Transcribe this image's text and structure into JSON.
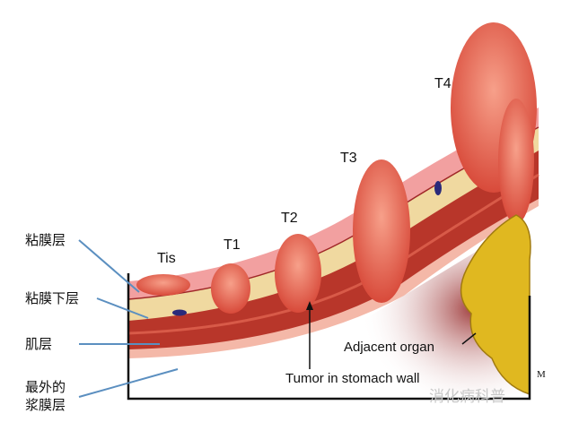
{
  "stages": {
    "tis": "Tis",
    "t1": "T1",
    "t2": "T2",
    "t3": "T3",
    "t4": "T4"
  },
  "layers": {
    "mucosa": "粘膜层",
    "submucosa": "粘膜下层",
    "muscle": "肌层",
    "serosa_line1": "最外的",
    "serosa_line2": "浆膜层"
  },
  "annotations": {
    "adjacent_organ": "Adjacent organ",
    "tumor": "Tumor in stomach wall"
  },
  "watermark": "消化病科普",
  "corner_mark": "M",
  "colors": {
    "arrow": "#5b8fc0",
    "muscle": "#b8362a",
    "submucosa": "#f0d9a0",
    "tumor": "#e8685a",
    "organ": "#e0b820"
  }
}
